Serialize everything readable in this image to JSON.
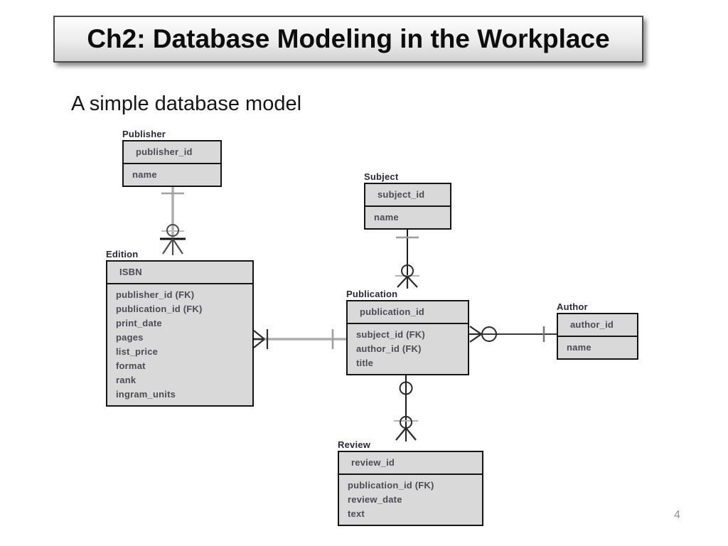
{
  "slide": {
    "title": "Ch2: Database Modeling in the Workplace",
    "subtitle": "A simple database model",
    "page_number": "4"
  },
  "colors": {
    "table_fill": "#d9d9d9",
    "table_border": "#141414",
    "gray_connector": "#aeaeae",
    "black_connector": "#1c1c1c",
    "title_text": "#0d0d0d",
    "page_number": "#909090"
  },
  "diagram": {
    "entities": [
      {
        "name": "publisher",
        "label": "Publisher",
        "primary_key": "publisher_id",
        "fields": [
          "name"
        ]
      },
      {
        "name": "subject",
        "label": "Subject",
        "primary_key": "subject_id",
        "fields": [
          "name"
        ]
      },
      {
        "name": "edition",
        "label": "Edition",
        "primary_key": "ISBN",
        "fields": [
          "publisher_id (FK)",
          "publication_id (FK)",
          "print_date",
          "pages",
          "list_price",
          "format",
          "rank",
          "ingram_units"
        ]
      },
      {
        "name": "publication",
        "label": "Publication",
        "primary_key": "publication_id",
        "fields": [
          "subject_id (FK)",
          "author_id (FK)",
          "title"
        ]
      },
      {
        "name": "author",
        "label": "Author",
        "primary_key": "author_id",
        "fields": [
          "name"
        ]
      },
      {
        "name": "review",
        "label": "Review",
        "primary_key": "review_id",
        "fields": [
          "publication_id (FK)",
          "review_date",
          "text"
        ]
      }
    ],
    "relationships": [
      {
        "from": "Publisher",
        "to": "Edition",
        "from_cardinality": "one",
        "to_cardinality": "zero-or-many"
      },
      {
        "from": "Subject",
        "to": "Publication",
        "from_cardinality": "one",
        "to_cardinality": "zero-or-many"
      },
      {
        "from": "Publication",
        "to": "Edition",
        "from_cardinality": "one",
        "to_cardinality": "one-or-many"
      },
      {
        "from": "Author",
        "to": "Publication",
        "from_cardinality": "one",
        "to_cardinality": "zero-or-many"
      },
      {
        "from": "Publication",
        "to": "Review",
        "from_cardinality": "one",
        "to_cardinality": "zero-or-many"
      }
    ]
  }
}
